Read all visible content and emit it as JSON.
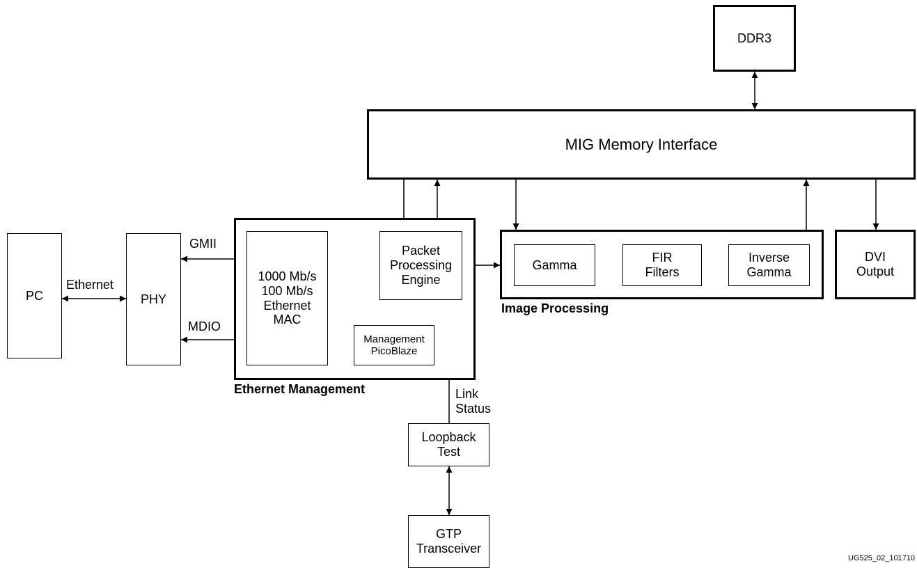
{
  "blocks": {
    "ddr3": "DDR3",
    "mig": "MIG Memory Interface",
    "pc": "PC",
    "phy": "PHY",
    "mac": "1000 Mb/s\n100 Mb/s\nEthernet\nMAC",
    "ppe": "Packet\nProcessing\nEngine",
    "mgmt": "Management\nPicoBlaze",
    "gamma": "Gamma",
    "fir": "FIR\nFilters",
    "inv_gamma": "Inverse\nGamma",
    "dvi": "DVI\nOutput",
    "loopback": "Loopback\nTest",
    "gtp": "GTP\nTransceiver"
  },
  "groups": {
    "ethernet_management": "Ethernet Management",
    "image_processing": "Image Processing"
  },
  "signals": {
    "ethernet": "Ethernet",
    "gmii": "GMII",
    "mdio": "MDIO",
    "link_status": "Link\nStatus"
  },
  "figure_id": "UG525_02_101710"
}
